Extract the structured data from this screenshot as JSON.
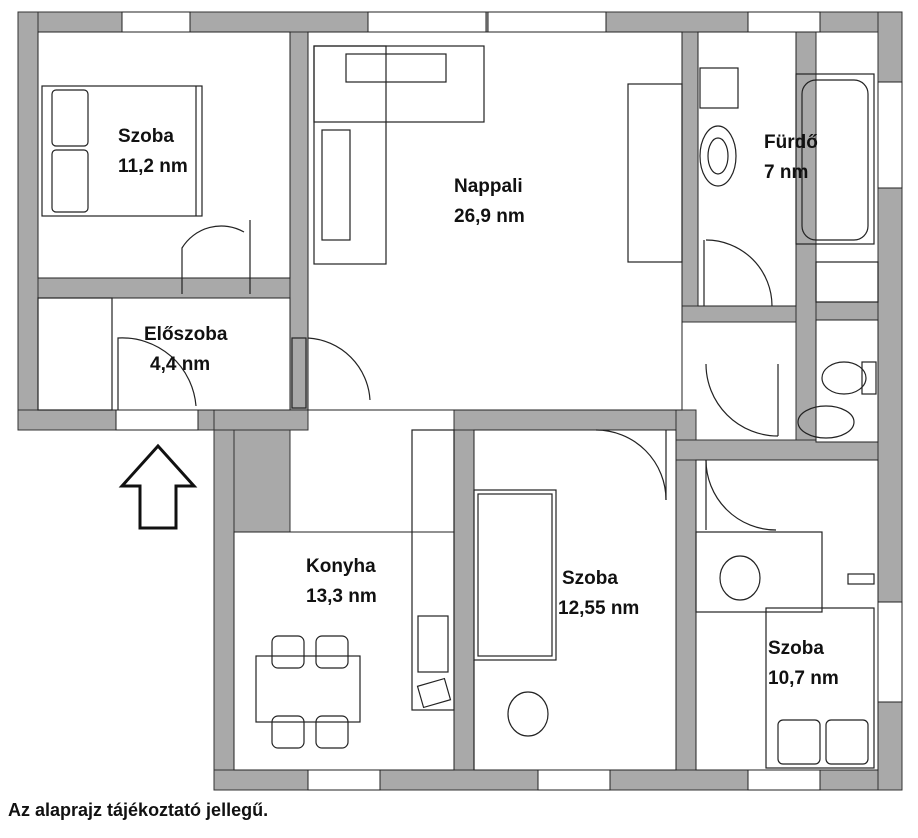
{
  "plan": {
    "disclaimer": "Az alaprajz tájékoztató jellegű.",
    "rooms": [
      {
        "id": "szoba-1",
        "name": "Szoba",
        "area": "11,2 nm"
      },
      {
        "id": "nappali",
        "name": "Nappali",
        "area": "26,9 nm"
      },
      {
        "id": "furdo",
        "name": "Fürdő",
        "area": "7 nm"
      },
      {
        "id": "eloszoba",
        "name": "Előszoba",
        "area": "4,4 nm"
      },
      {
        "id": "konyha",
        "name": "Konyha",
        "area": "13,3 nm"
      },
      {
        "id": "szoba-2",
        "name": "Szoba",
        "area": "12,55 nm"
      },
      {
        "id": "szoba-3",
        "name": "Szoba",
        "area": "10,7 nm"
      }
    ],
    "entrance_arrow": "up-arrow-icon",
    "colors": {
      "wall": "#a9a9a9",
      "wall_outline": "#333333",
      "line": "#222222",
      "window": "#ffffff"
    }
  }
}
